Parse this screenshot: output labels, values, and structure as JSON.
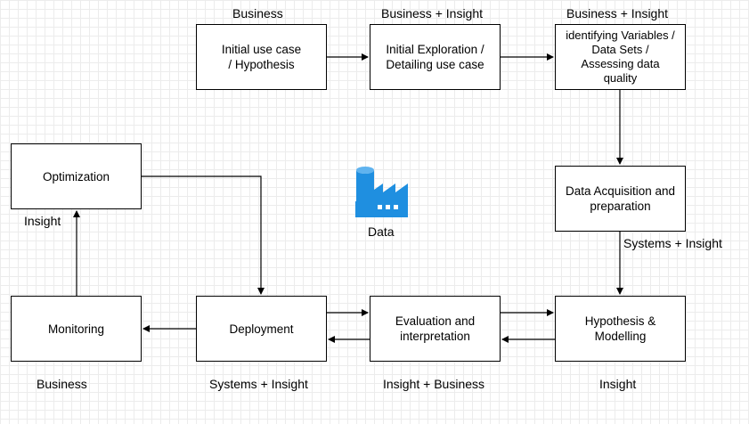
{
  "nodes": {
    "initial_use_case": "Initial use case\n/ Hypothesis",
    "initial_exploration": "Initial Exploration /\nDetailing use case",
    "identifying_variables": "identifying Variables /\nData Sets /\nAssessing data\nquality",
    "data_acquisition": "Data Acquisition and\npreparation",
    "hypothesis_modelling": "Hypothesis &\nModelling",
    "evaluation": "Evaluation and\ninterpretation",
    "deployment": "Deployment",
    "monitoring": "Monitoring",
    "optimization": "Optimization"
  },
  "labels": {
    "initial_use_case": "Business",
    "initial_exploration": "Business + Insight",
    "identifying_variables": "Business + Insight",
    "data_acquisition": "Systems + Insight",
    "hypothesis_modelling": "Insight",
    "evaluation": "Insight + Business",
    "deployment": "Systems + Insight",
    "monitoring": "Business",
    "optimization": "Insight"
  },
  "center": {
    "icon": "data-factory-icon",
    "label": "Data",
    "color": "#1f8fe0"
  }
}
